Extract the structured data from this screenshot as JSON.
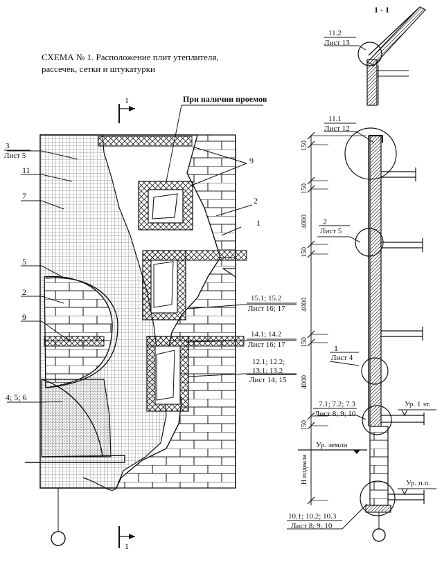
{
  "title_line1": "СХЕМА № 1. Расположение плит утеплителя,",
  "title_line2": "рассечек, сетки и штукатурки",
  "section_label": "1 - 1",
  "openings_note": "При наличии проемов",
  "cut_mark": "1",
  "left_callouts": {
    "c3": "3",
    "c3_sheet": "Лист 5",
    "c11": "11",
    "c7": "7",
    "c5": "5",
    "c2": "2",
    "c9": "9",
    "c456": "4; 5; 6"
  },
  "center_callouts": {
    "c9": "9",
    "c2": "2",
    "c1": "1",
    "n151": "15.1; 15.2",
    "n151_sheet": "Лист 16; 17",
    "n141": "14.1; 14.2",
    "n141_sheet": "Лист 16; 17",
    "n121_a": "12.1; 12.2;",
    "n121_b": "13.1; 13.2",
    "n121_sheet": "Лист 14; 15"
  },
  "section_callouts": {
    "n112": "11.2",
    "n112_sheet": "Лист 13",
    "n111": "11.1",
    "n111_sheet": "Лист 12",
    "n2": "2",
    "n2_sheet": "Лист 5",
    "n1": "1",
    "n1_sheet": "Лист 4",
    "n71": "7.1; 7.2; 7.3",
    "n71_sheet": "Лист 8; 9; 10",
    "n101": "10.1; 10.2; 10.3",
    "n101_sheet": "Лист 8; 9; 10"
  },
  "levels": {
    "floor1": "Ур. 1 эт.",
    "ground": "Ур. земли",
    "basement": "Ур. п.п."
  },
  "dimensions": {
    "d150": "150",
    "d4000": "4000",
    "basement_height": "H подвала"
  }
}
